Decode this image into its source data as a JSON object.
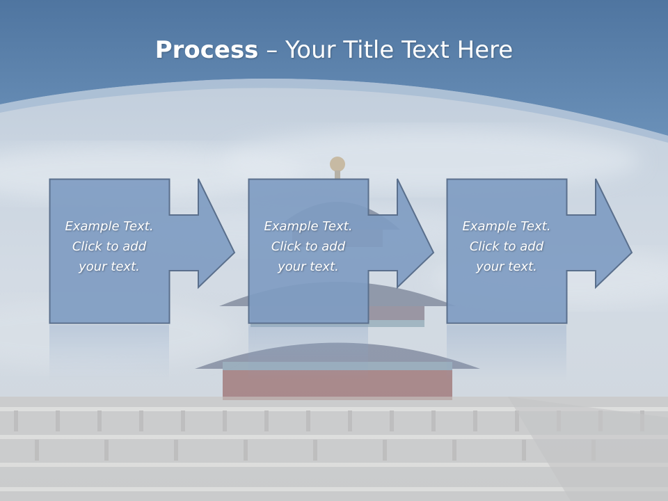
{
  "slide": {
    "title_bold": "Process",
    "title_rest": " – Your Title Text Here"
  },
  "steps": [
    {
      "line1": "Example Text.",
      "line2": "Click  to add",
      "line3": "your text."
    },
    {
      "line1": "Example Text.",
      "line2": "Click  to add",
      "line3": "your text."
    },
    {
      "line1": "Example Text.",
      "line2": "Click  to add",
      "line3": "your text."
    }
  ],
  "colors": {
    "header": "#5a80a9",
    "shape_fill": "#7f9cc2",
    "shape_stroke": "#5a6f8c"
  }
}
